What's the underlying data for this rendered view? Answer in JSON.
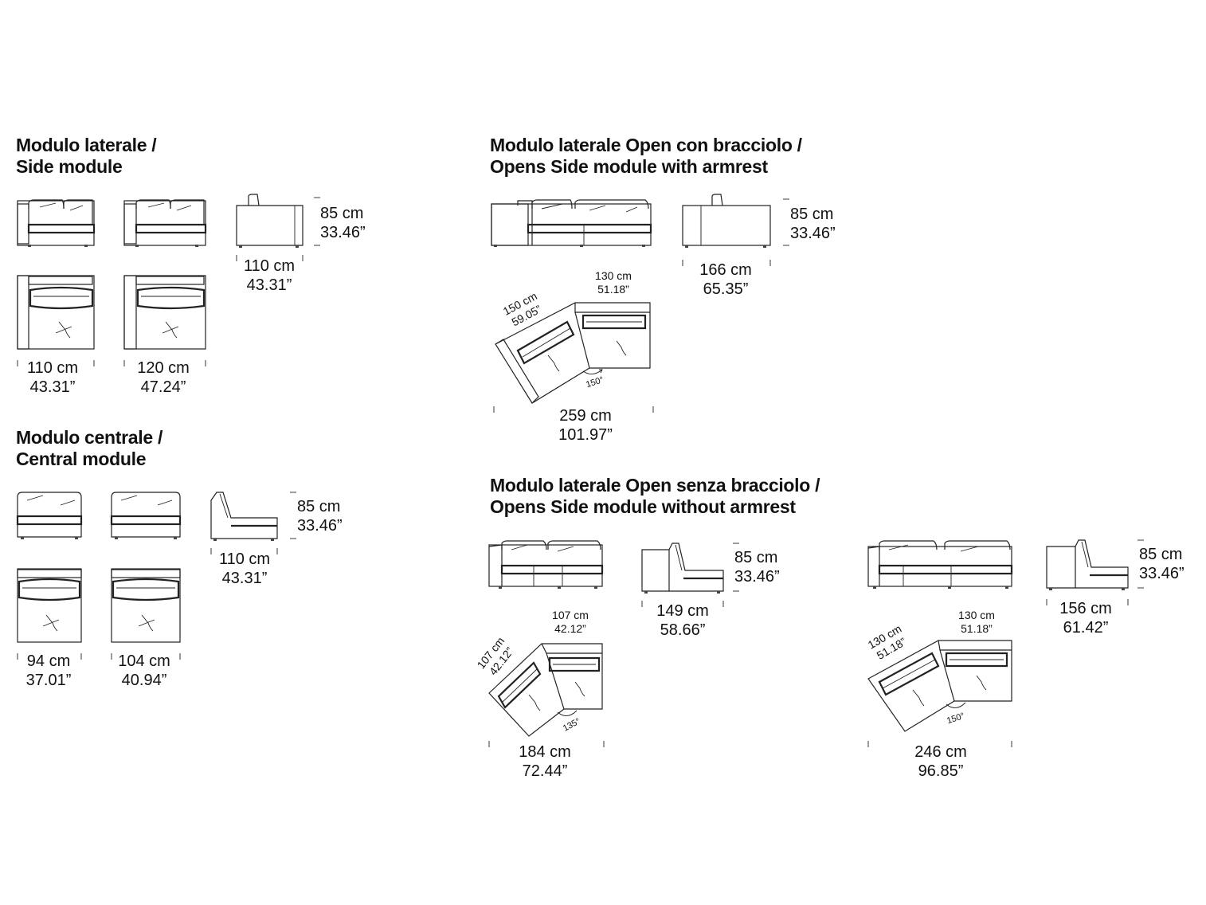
{
  "sections": {
    "side": {
      "title_it": "Modulo laterale /",
      "title_en": "Side module"
    },
    "central": {
      "title_it": "Modulo centrale /",
      "title_en": "Central module"
    },
    "open_arm": {
      "title_it": "Modulo laterale Open con bracciolo /",
      "title_en": "Opens Side module with armrest"
    },
    "open_noarm": {
      "title_it": "Modulo laterale Open senza bracciolo /",
      "title_en": "Opens Side module without armrest"
    }
  },
  "dims": {
    "side_height": {
      "cm": "85 cm",
      "in": "33.46”"
    },
    "side_depth": {
      "cm": "110 cm",
      "in": "43.31”"
    },
    "side_w1": {
      "cm": "110 cm",
      "in": "43.31”"
    },
    "side_w2": {
      "cm": "120 cm",
      "in": "47.24”"
    },
    "central_height": {
      "cm": "85 cm",
      "in": "33.46”"
    },
    "central_depth": {
      "cm": "110 cm",
      "in": "43.31”"
    },
    "central_w1": {
      "cm": "94 cm",
      "in": "37.01”"
    },
    "central_w2": {
      "cm": "104 cm",
      "in": "40.94”"
    },
    "arm_height": {
      "cm": "85 cm",
      "in": "33.46”"
    },
    "arm_depth": {
      "cm": "166 cm",
      "in": "65.35”"
    },
    "arm_diag": {
      "cm": "150 cm",
      "in": "59.05”"
    },
    "arm_top": {
      "cm": "130 cm",
      "in": "51.18”"
    },
    "arm_width": {
      "cm": "259 cm",
      "in": "101.97”"
    },
    "arm_angle": "150°",
    "noarm1_height": {
      "cm": "85 cm",
      "in": "33.46”"
    },
    "noarm1_depth": {
      "cm": "149 cm",
      "in": "58.66”"
    },
    "noarm1_diag": {
      "cm": "107 cm",
      "in": "42.12”"
    },
    "noarm1_top": {
      "cm": "107 cm",
      "in": "42.12”"
    },
    "noarm1_width": {
      "cm": "184 cm",
      "in": "72.44”"
    },
    "noarm1_angle": "135°",
    "noarm2_height": {
      "cm": "85 cm",
      "in": "33.46”"
    },
    "noarm2_depth": {
      "cm": "156 cm",
      "in": "61.42”"
    },
    "noarm2_diag": {
      "cm": "130 cm",
      "in": "51.18”"
    },
    "noarm2_top": {
      "cm": "130 cm",
      "in": "51.18”"
    },
    "noarm2_width": {
      "cm": "246 cm",
      "in": "96.85”"
    },
    "noarm2_angle": "150°"
  }
}
